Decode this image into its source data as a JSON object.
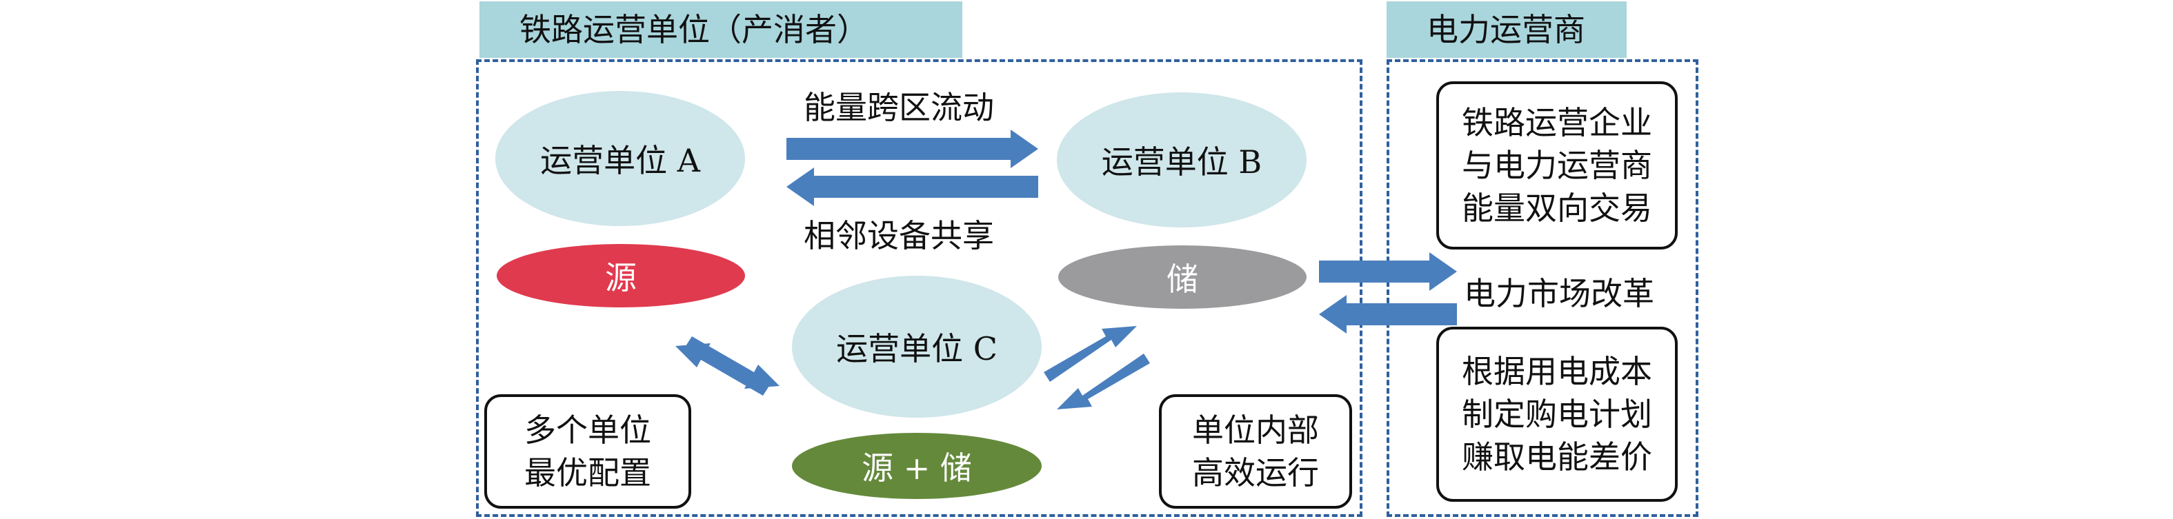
{
  "header_left": "铁路运营单位（产消者）",
  "header_right": "电力运营商",
  "units": {
    "a": "运营单位 A",
    "b": "运营单位 B",
    "c": "运营单位 C"
  },
  "resources": {
    "source": "源",
    "storage": "储",
    "source_storage": "源 + 储"
  },
  "flows": {
    "top": "能量跨区流动",
    "bottom": "相邻设备共享"
  },
  "notes": {
    "multi_line1": "多个单位",
    "multi_line2": "最优配置",
    "internal_line1": "单位内部",
    "internal_line2": "高效运行"
  },
  "market": {
    "reform": "电力市场改革",
    "top_line1": "铁路运营企业",
    "top_line2": "与电力运营商",
    "top_line3": "能量双向交易",
    "bottom_line1": "根据用电成本",
    "bottom_line2": "制定购电计划",
    "bottom_line3": "赚取电能差价"
  },
  "colors": {
    "arrow": "#4a7fbe",
    "unit_fill": "#cfe6ea",
    "source_fill": "#e03a4e",
    "storage_fill": "#9b9b9e",
    "source_storage_fill": "#64893b",
    "header_fill": "#a9d5dc",
    "dash_border": "#2f5f9e"
  }
}
